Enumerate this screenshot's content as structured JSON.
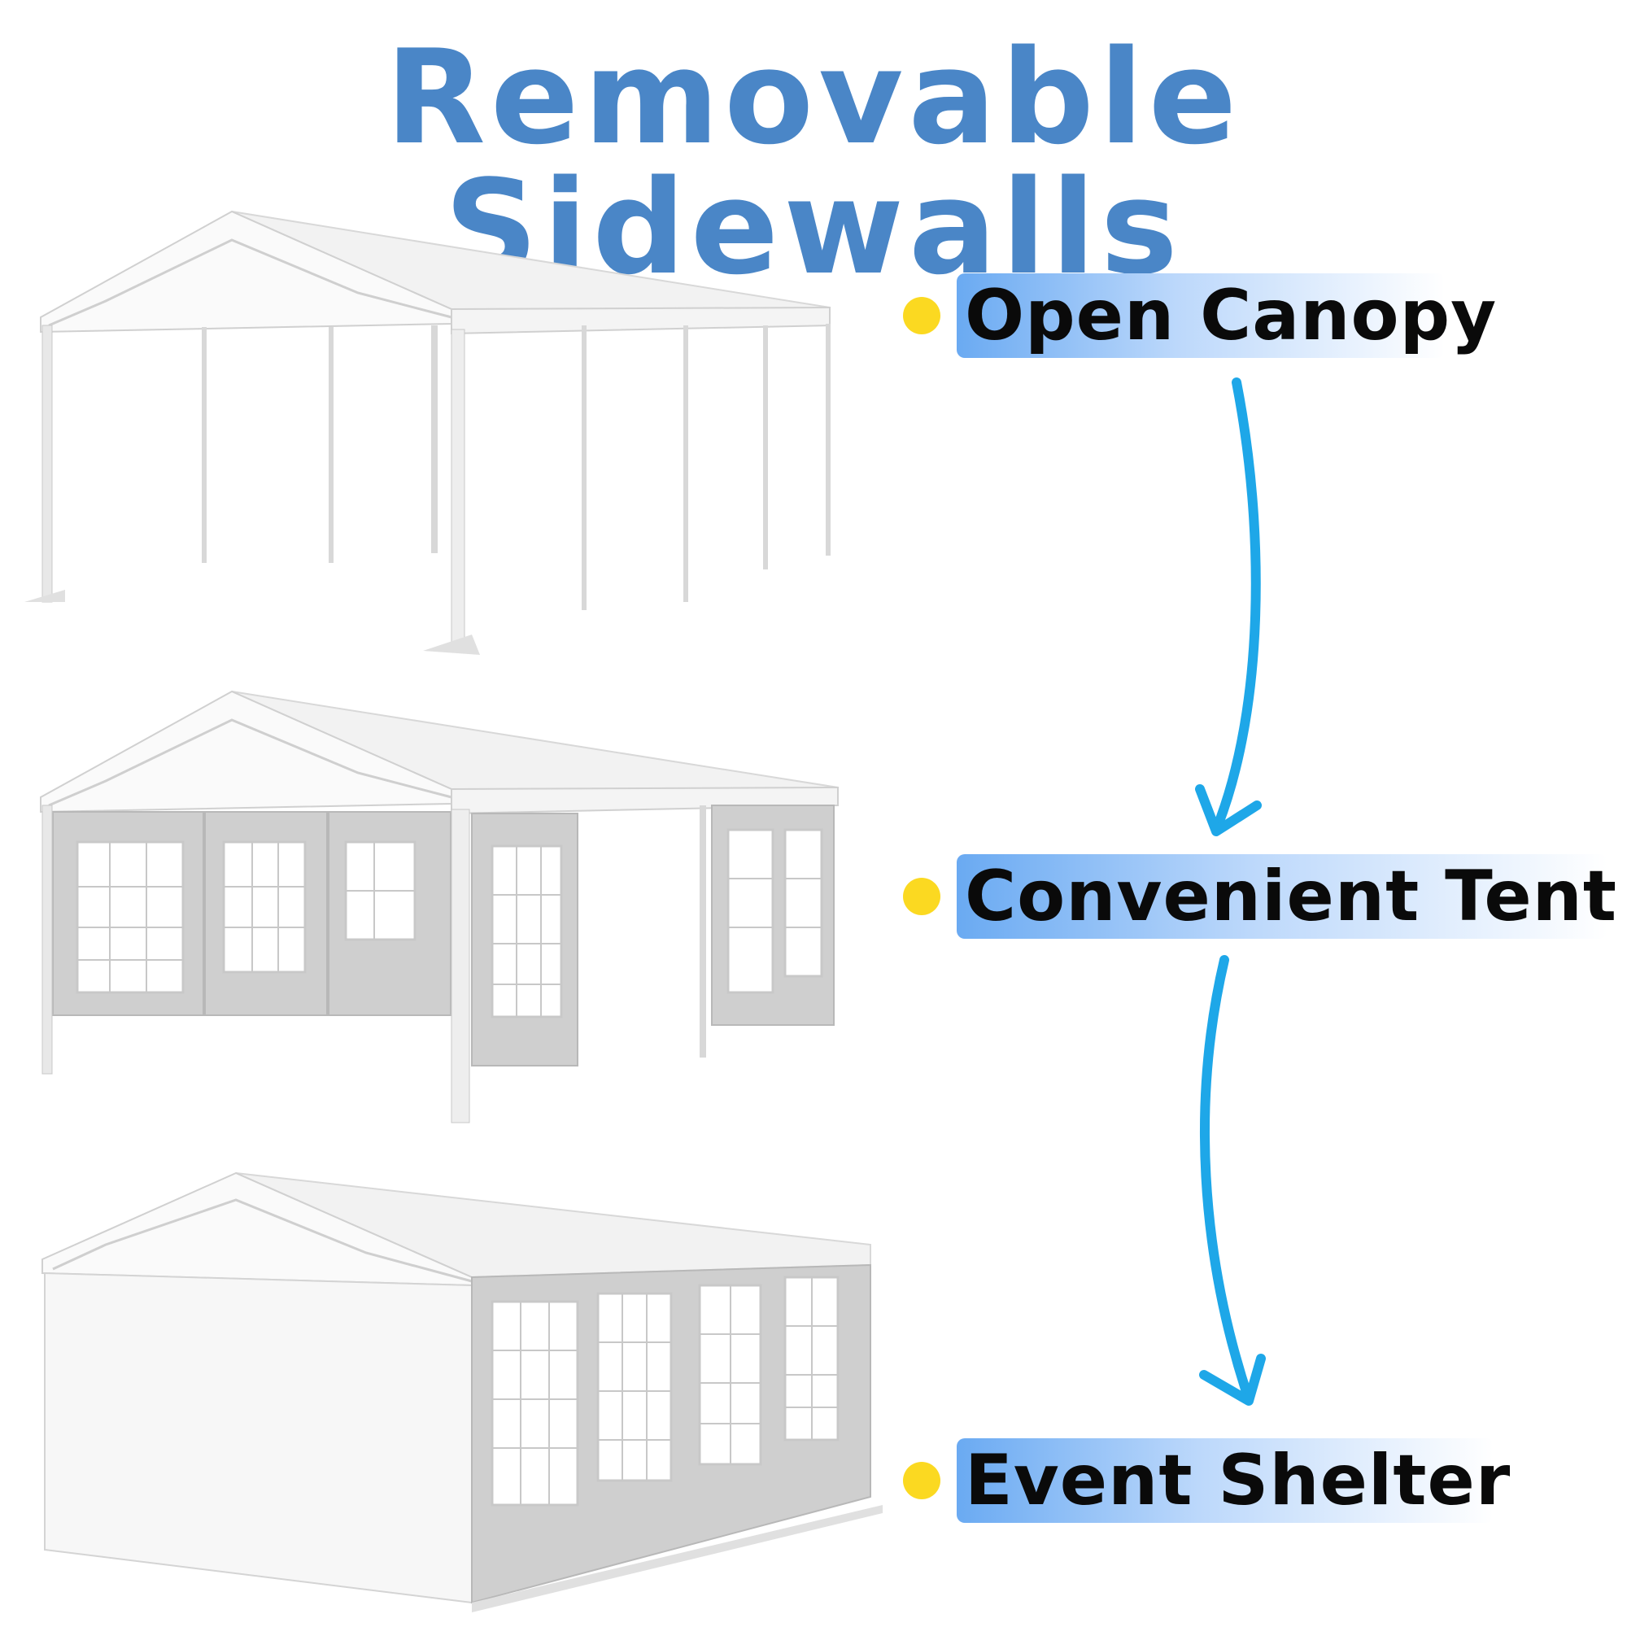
{
  "title": "Removable Sidewalls",
  "colors": {
    "title": "#4a86c7",
    "bullet": "#fbd921",
    "arrow": "#1ea7e8",
    "pill_start": "#6aaaf2"
  },
  "configurations": [
    {
      "label": "Open Canopy",
      "icon": "bullet-dot"
    },
    {
      "label": "Convenient Tent",
      "icon": "bullet-dot"
    },
    {
      "label": "Event Shelter",
      "icon": "bullet-dot"
    }
  ]
}
